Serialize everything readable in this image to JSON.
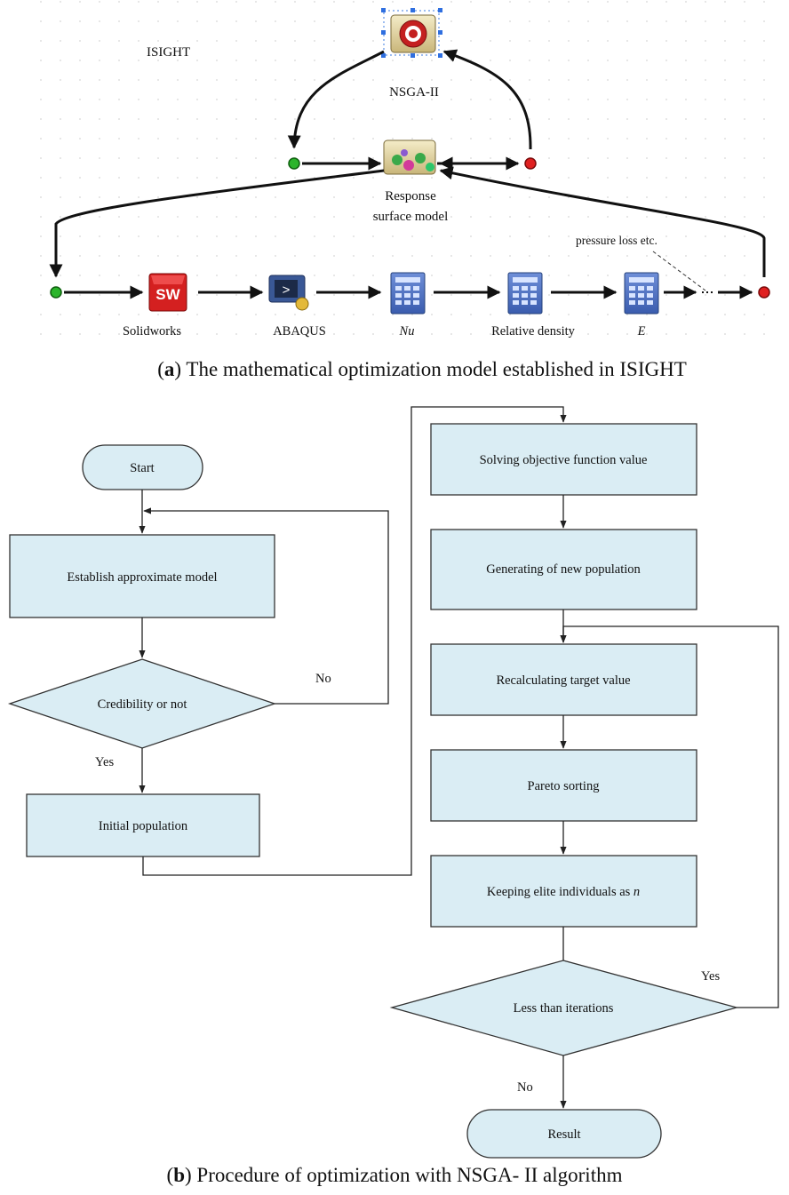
{
  "panel_a": {
    "title": "ISIGHT",
    "nsga_label": "NSGA-II",
    "rsm_label_line1": "Response",
    "rsm_label_line2": "surface model",
    "annotation": "pressure loss etc.",
    "components": [
      {
        "label": "Solidworks",
        "icon": "solidworks-icon"
      },
      {
        "label": "ABAQUS",
        "icon": "abaqus-icon"
      },
      {
        "label": "Nu",
        "icon": "calculator-table-icon"
      },
      {
        "label": "Relative density",
        "icon": "calculator-table-icon"
      },
      {
        "label": "E",
        "icon": "calculator-table-icon"
      }
    ],
    "caption_bold": "a",
    "caption_text": "The mathematical optimization model established in ISIGHT",
    "colors": {
      "start_node": "#2bb52b",
      "end_node": "#e02020",
      "table_icon": "#4a6fc0",
      "sw_icon": "#d42020"
    }
  },
  "panel_b": {
    "start": "Start",
    "establish": "Establish approximate model",
    "credibility": "Credibility or not",
    "no_1": "No",
    "yes_1": "Yes",
    "initial": "Initial population",
    "solving": "Solving objective function value",
    "generating": "Generating of new population",
    "recalc": "Recalculating target value",
    "pareto": "Pareto sorting",
    "keeping": "Keeping elite individuals as ",
    "keeping_var": "n",
    "less": "Less than iterations",
    "yes_2": "Yes",
    "no_2": "No",
    "result": "Result",
    "caption_bold": "b",
    "caption_text": "Procedure of optimization with NSGA- II algorithm",
    "colors": {
      "box_fill": "#daedf4"
    }
  }
}
